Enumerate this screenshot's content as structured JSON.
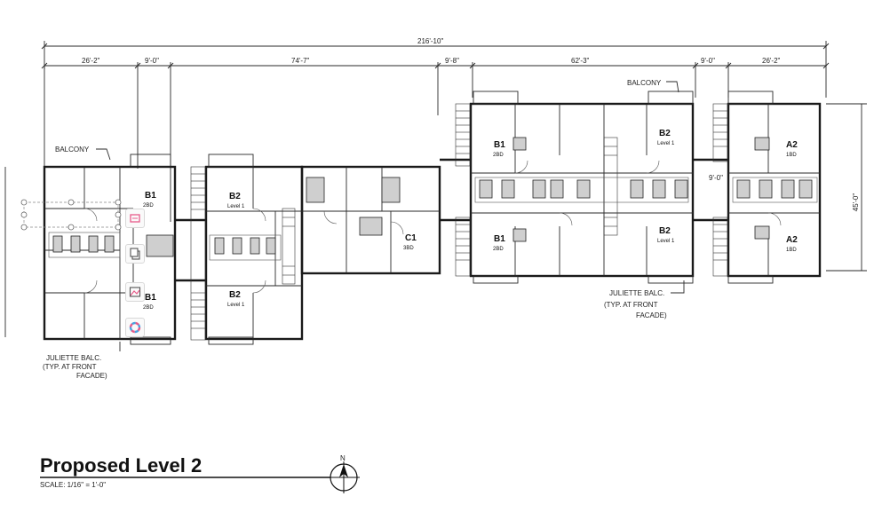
{
  "title": "Proposed Level 2",
  "scale": "SCALE: 1/16\" = 1'-0\"",
  "north_label": "N",
  "dimensions": {
    "overall": "216'-10\"",
    "segments": [
      "26'-2\"",
      "9'-0\"",
      "74'-7\"",
      "9'-8\"",
      "62'-3\"",
      "9'-0\"",
      "26'-2\""
    ],
    "depth": "45'-0\"",
    "inner": "9'-0\""
  },
  "notes": {
    "balcony_left": "BALCONY",
    "balcony_right": "BALCONY",
    "juliette_left": [
      "JULIETTE BALC.",
      "(TYP. AT FRONT",
      "FACADE)"
    ],
    "juliette_right": [
      "JULIETTE BALC.",
      "(TYP. AT FRONT",
      "FACADE)"
    ]
  },
  "units": [
    {
      "name": "B1",
      "sub": "2BD"
    },
    {
      "name": "B1",
      "sub": "2BD"
    },
    {
      "name": "B2",
      "sub": "Level 1"
    },
    {
      "name": "B2",
      "sub": "Level 1"
    },
    {
      "name": "C1",
      "sub": "3BD"
    },
    {
      "name": "B1",
      "sub": "2BD"
    },
    {
      "name": "B1",
      "sub": "2BD"
    },
    {
      "name": "B2",
      "sub": "Level 1"
    },
    {
      "name": "B2",
      "sub": "Level 1"
    },
    {
      "name": "A2",
      "sub": "1BD"
    },
    {
      "name": "A2",
      "sub": "1BD"
    }
  ],
  "toolbar": {
    "icons": [
      "crop-icon",
      "copy-icon",
      "image-edit-icon",
      "color-wheel-icon"
    ]
  },
  "colors": {
    "line": "#1a1a1a",
    "accent_pink": "#e85b8a",
    "background": "#ffffff"
  }
}
